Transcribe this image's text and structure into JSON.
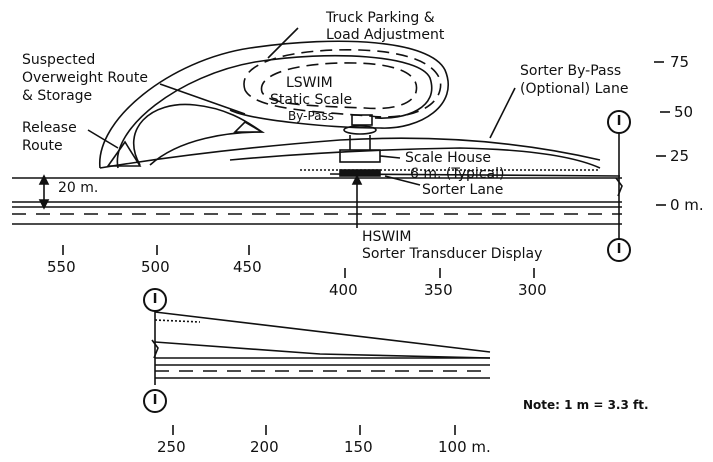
{
  "labels": {
    "truck_parking": "Truck Parking &",
    "load_adjustment": "Load Adjustment",
    "suspected_1": "Suspected",
    "suspected_2": "Overweight Route",
    "suspected_3": "& Storage",
    "sorter_bypass_1": "Sorter By-Pass",
    "sorter_bypass_2": "(Optional) Lane",
    "lswim_1": "LSWIM",
    "lswim_2": "Static Scale",
    "lswim_3": "By-Pass",
    "release_1": "Release",
    "release_2": "Route",
    "scale_house": "Scale House",
    "typical": "6 m. (Typical)",
    "sorter_lane": "Sorter Lane",
    "width_20m": "20 m.",
    "hswim_1": "HSWIM",
    "hswim_2": "Sorter Transducer Display",
    "note": "Note:  1 m = 3.3 ft."
  },
  "offset_scale": [
    "75",
    "50",
    "25",
    "0 m."
  ],
  "station_top_row": [
    "550",
    "500",
    "450"
  ],
  "station_mid_row": [
    "400",
    "350",
    "300"
  ],
  "station_bottom_row": [
    "250",
    "200",
    "150",
    "100 m."
  ],
  "sign_symbols": [
    "I",
    "I",
    "I",
    "I"
  ]
}
